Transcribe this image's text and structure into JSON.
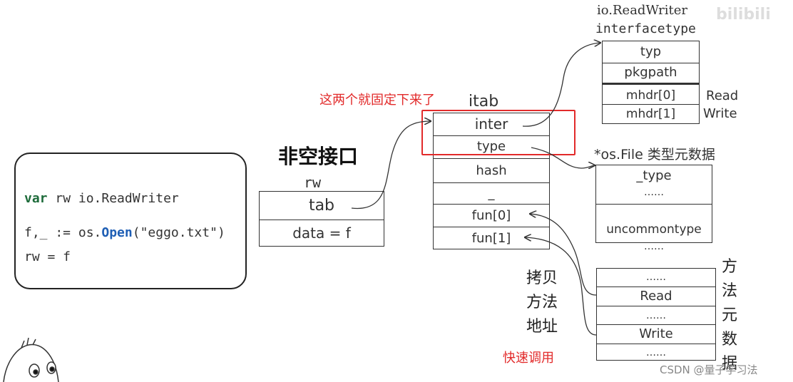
{
  "code": {
    "var_kw": "var",
    "line1_rest": " rw io.ReadWriter",
    "line2_pre": "f,_ := os.",
    "line2_fn": "Open",
    "line2_post": "(\"eggo.txt\")",
    "line3": "rw = f"
  },
  "iface": {
    "title": "非空接口",
    "var": "rw",
    "tab": "tab",
    "data": "data = f"
  },
  "itab": {
    "title": "itab",
    "note": "这两个就固定下来了",
    "rows": [
      "inter",
      "type",
      "hash",
      "_",
      "fun[0]",
      "fun[1]"
    ]
  },
  "interfacetype": {
    "title1": "io.ReadWriter",
    "title2": "interfacetype",
    "rows": [
      "typ",
      "pkgpath",
      "mhdr[0]",
      "mhdr[1]"
    ],
    "side": [
      "Read",
      "Write"
    ]
  },
  "osfile": {
    "title": "*os.File 类型元数据",
    "rows": [
      "_type",
      "……",
      "uncommontype"
    ],
    "after": "……"
  },
  "methods": {
    "rows": [
      "……",
      "Read",
      "……",
      "Write",
      "……"
    ],
    "side_title": [
      "方",
      "法",
      "元",
      "数",
      "据"
    ]
  },
  "copy_label": [
    "拷贝",
    "方法",
    "地址"
  ],
  "fast_call": "快速调用",
  "watermark": "CSDN @量子学习法",
  "corner_watermark": "bilibili"
}
